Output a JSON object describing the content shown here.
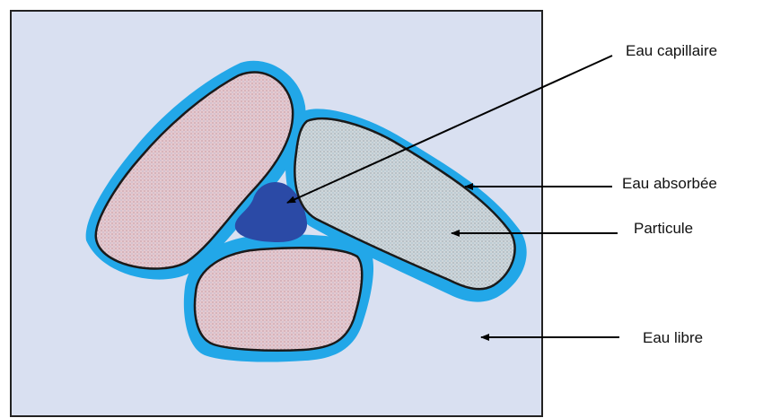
{
  "labels": {
    "capillary_water": "Eau capillaire",
    "adsorbed_water": "Eau absorbée",
    "particle": "Particule",
    "free_water": "Eau libre"
  },
  "colors": {
    "free_water_background": "#d9e0f1",
    "adsorbed_water_film": "#22a7e8",
    "capillary_water": "#2b4aa6",
    "particle_pink": "#e6c9cf",
    "particle_grey": "#cfd6da",
    "particle_outline": "#1a1a1a",
    "arrow": "#000000"
  }
}
